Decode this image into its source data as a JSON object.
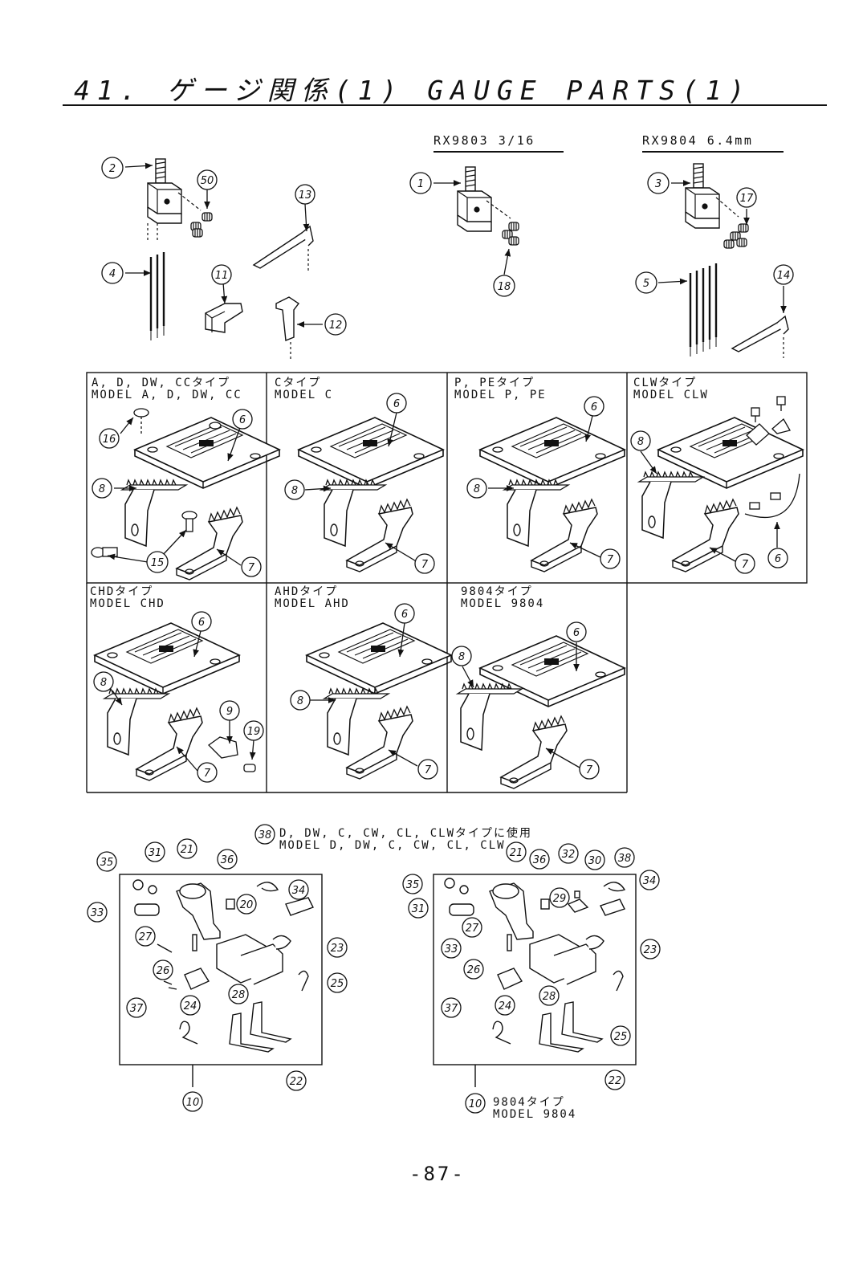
{
  "page": {
    "title": "41.  ゲージ関係(1)  GAUGE PARTS(1)",
    "page_number": "-87-"
  },
  "headers": {
    "rx9803": "RX9803 3/16",
    "rx9804": "RX9804 6.4mm"
  },
  "top_callouts": [
    "2",
    "50",
    "13",
    "4",
    "11",
    "12",
    "1",
    "18",
    "3",
    "17",
    "5",
    "14"
  ],
  "grid_cells": [
    {
      "line1": "A, D, DW, CCタイプ",
      "line2": "MODEL A, D, DW, CC",
      "callouts": [
        "16",
        "6",
        "8",
        "15",
        "7"
      ]
    },
    {
      "line1": "Cタイプ",
      "line2": "MODEL C",
      "callouts": [
        "6",
        "8",
        "7"
      ]
    },
    {
      "line1": "P, PEタイプ",
      "line2": "MODEL P, PE",
      "callouts": [
        "6",
        "8",
        "7"
      ]
    },
    {
      "line1": "CLWタイプ",
      "line2": "MODEL CLW",
      "callouts": [
        "8",
        "7",
        "6"
      ]
    },
    {
      "line1": "CHDタイプ",
      "line2": "MODEL CHD",
      "callouts": [
        "6",
        "8",
        "9",
        "19",
        "7"
      ]
    },
    {
      "line1": "AHDタイプ",
      "line2": "MODEL AHD",
      "callouts": [
        "6",
        "8",
        "7"
      ]
    },
    {
      "line1": "9804タイプ",
      "line2": "MODEL 9804",
      "callouts": [
        "6",
        "8",
        "7"
      ]
    }
  ],
  "presser_foot_left": {
    "note_line1": "D, DW, C, CW, CL, CLWタイプに使用",
    "note_line2": "MODEL D, DW, C, CW, CL, CLW",
    "callouts": [
      "38",
      "35",
      "31",
      "21",
      "36",
      "34",
      "33",
      "20",
      "27",
      "23",
      "26",
      "25",
      "28",
      "37",
      "24",
      "22",
      "10"
    ]
  },
  "presser_foot_right": {
    "callouts": [
      "35",
      "21",
      "36",
      "32",
      "30",
      "38",
      "34",
      "31",
      "29",
      "27",
      "33",
      "23",
      "26",
      "28",
      "37",
      "24",
      "25",
      "22",
      "10"
    ],
    "model_line1": "9804タイプ",
    "model_line2": "MODEL 9804"
  }
}
